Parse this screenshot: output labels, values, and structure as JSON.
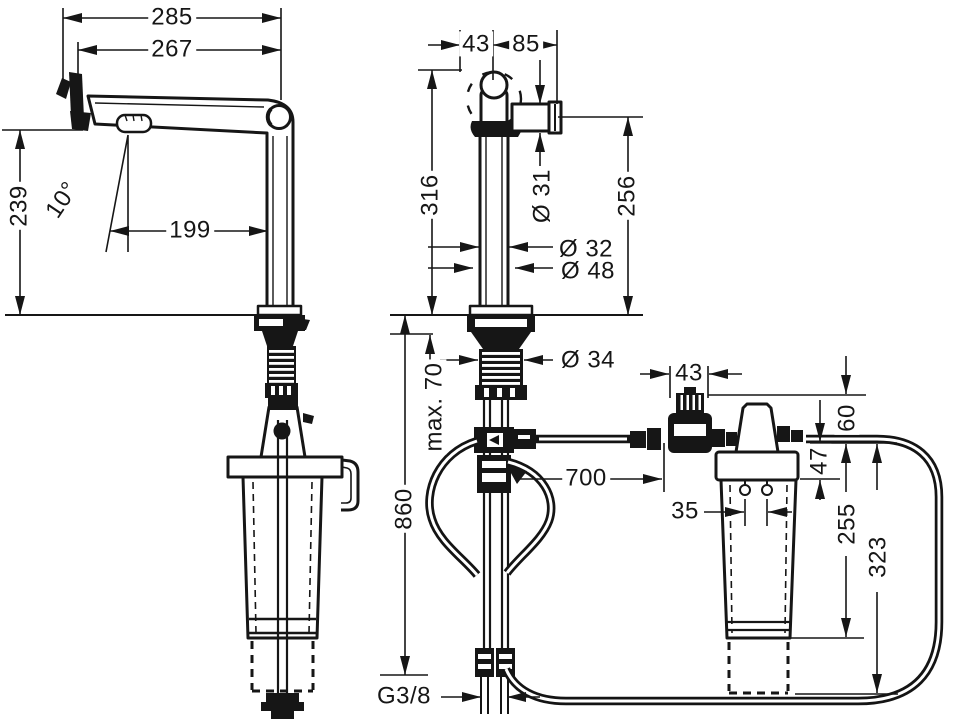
{
  "drawing": {
    "kind": "technical-dimension-drawing",
    "subject": "kitchen mixer tap with swivel spout and under-counter water filter system, installation dimensions in mm",
    "views": [
      "side view of tap with filter cartridge",
      "front view of tap with hoses, pressure reducer and filter cartridge"
    ]
  },
  "dims": {
    "spout_reach_overall": "285",
    "spout_reach": "267",
    "spout_height": "239",
    "spout_angle": "10°",
    "outlet_to_pillar": "199",
    "handle_width": "43",
    "spout_offset": "85",
    "body_height": "316",
    "outlet_diameter": "Ø 31",
    "outlet_height": "256",
    "pillar_diameter": "Ø 32",
    "base_diameter": "Ø 48",
    "shank_diameter": "Ø 34",
    "max_counter_thickness": "max. 70",
    "hose_length": "860",
    "supply_hose_length": "700",
    "thread_size": "G3/8",
    "reducer_width": "43",
    "reducer_clearance": "60",
    "head_clearance": "47",
    "port_spacing": "35",
    "filter_height": "255",
    "filter_total_height": "323"
  }
}
